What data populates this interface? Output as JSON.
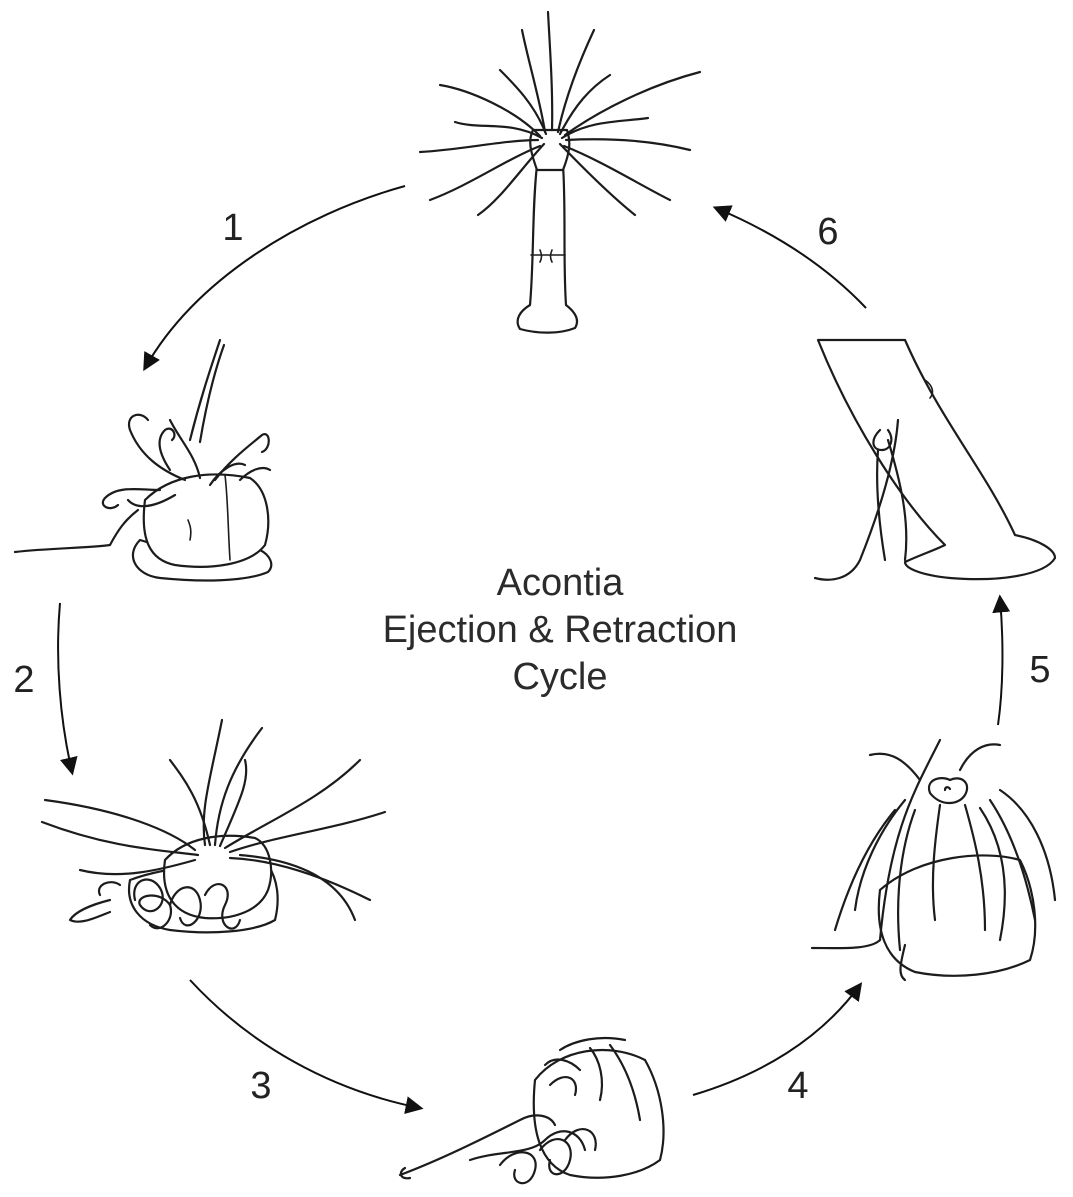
{
  "title": {
    "line1": "Acontia",
    "line2": "Ejection & Retraction",
    "line3": "Cycle"
  },
  "steps": [
    "1",
    "2",
    "3",
    "4",
    "5",
    "6"
  ],
  "colors": {
    "ink": "#1c1c1c",
    "background": "#ffffff",
    "text": "#2b2b2b"
  },
  "illustrations": [
    "anemone-extended-icon",
    "anemone-contracting-icon",
    "anemone-acontia-ejecting-icon",
    "anemone-acontia-expelled-icon",
    "anemone-acontia-retracting-icon",
    "anemone-column-detail-icon"
  ]
}
